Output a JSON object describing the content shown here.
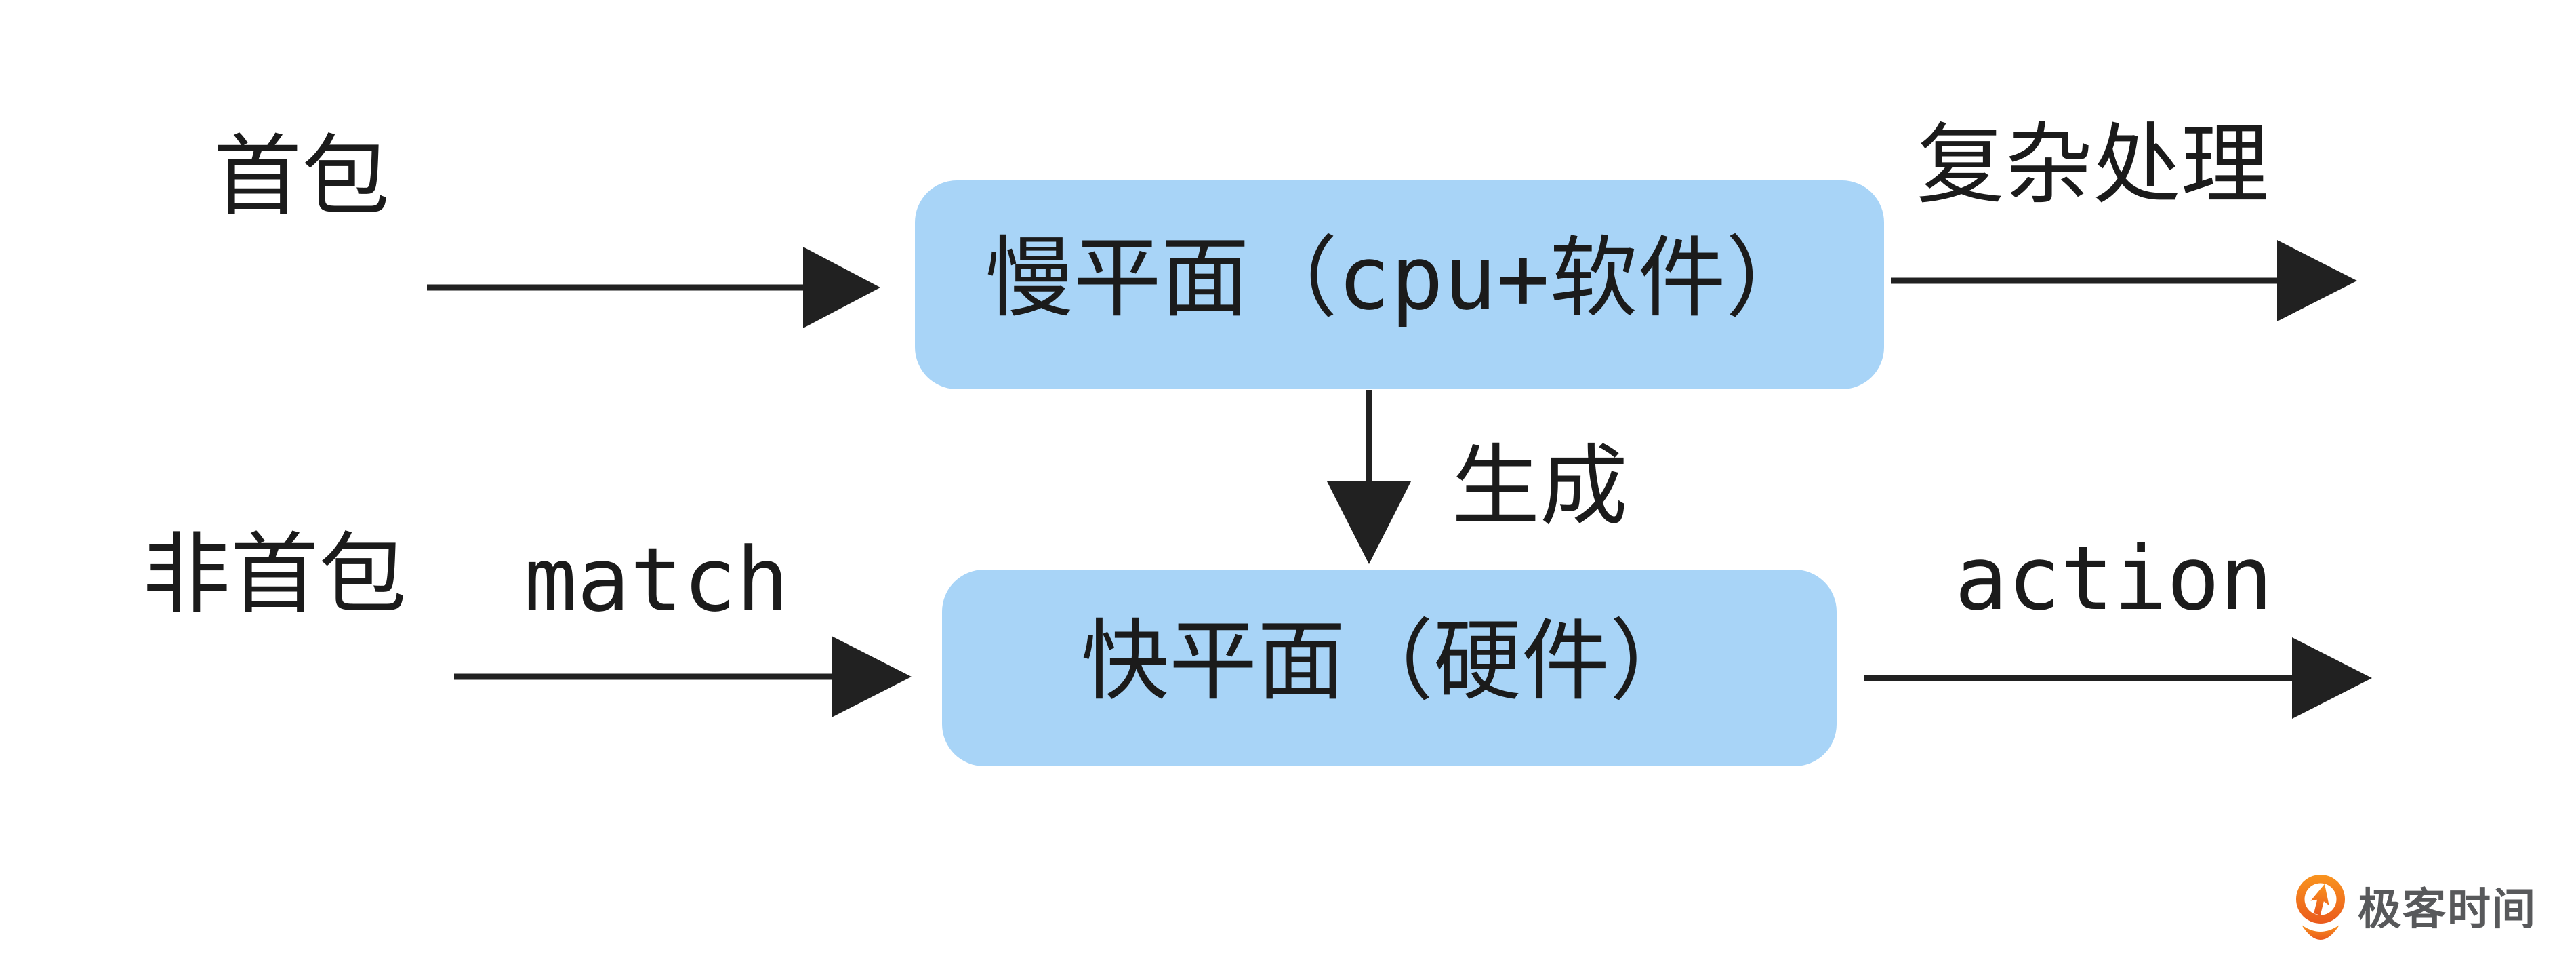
{
  "diagram": {
    "labels": {
      "first_packet": "首包",
      "complex_processing": "复杂处理",
      "generate": "生成",
      "non_first_packet": "非首包",
      "match": "match",
      "action": "action"
    },
    "nodes": {
      "slow_plane": "慢平面（cpu+软件）",
      "fast_plane": "快平面（硬件）"
    }
  },
  "branding": {
    "logo_text": "极客时间"
  },
  "colors": {
    "node_fill": "#a8d4f7",
    "diagram_text": "#1b1b1b",
    "arrow": "#212121",
    "logo_orange_top": "#f9941e",
    "logo_orange_bottom": "#ea5a1d",
    "logo_text": "#58595b",
    "canvas_bg": "#ffffff"
  }
}
